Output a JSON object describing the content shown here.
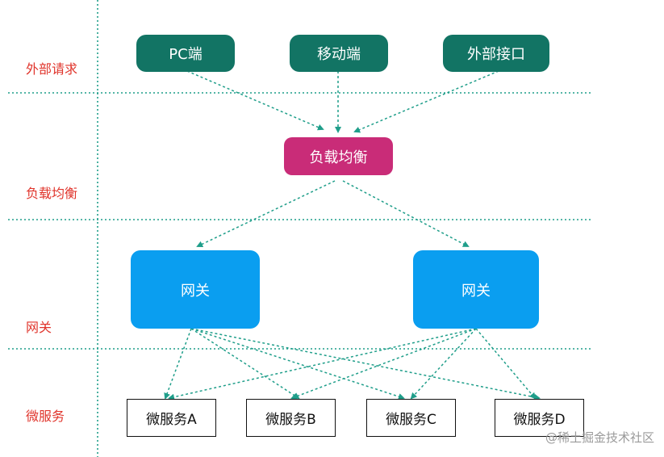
{
  "layers": {
    "external": "外部请求",
    "load_balance": "负载均衡",
    "gateway": "网关",
    "services": "微服务"
  },
  "nodes": {
    "pc": "PC端",
    "mobile": "移动端",
    "external_api": "外部接口",
    "load_balancer": "负载均衡",
    "gateway_left": "网关",
    "gateway_right": "网关",
    "service_a": "微服务A",
    "service_b": "微服务B",
    "service_c": "微服务C",
    "service_d": "微服务D"
  },
  "watermark": "@稀土掘金技术社区",
  "colors": {
    "client": "#127464",
    "load_balancer": "#c92c78",
    "gateway": "#0a9ef0",
    "arrow": "#1f9e8a",
    "layer_label": "#e0342b"
  }
}
